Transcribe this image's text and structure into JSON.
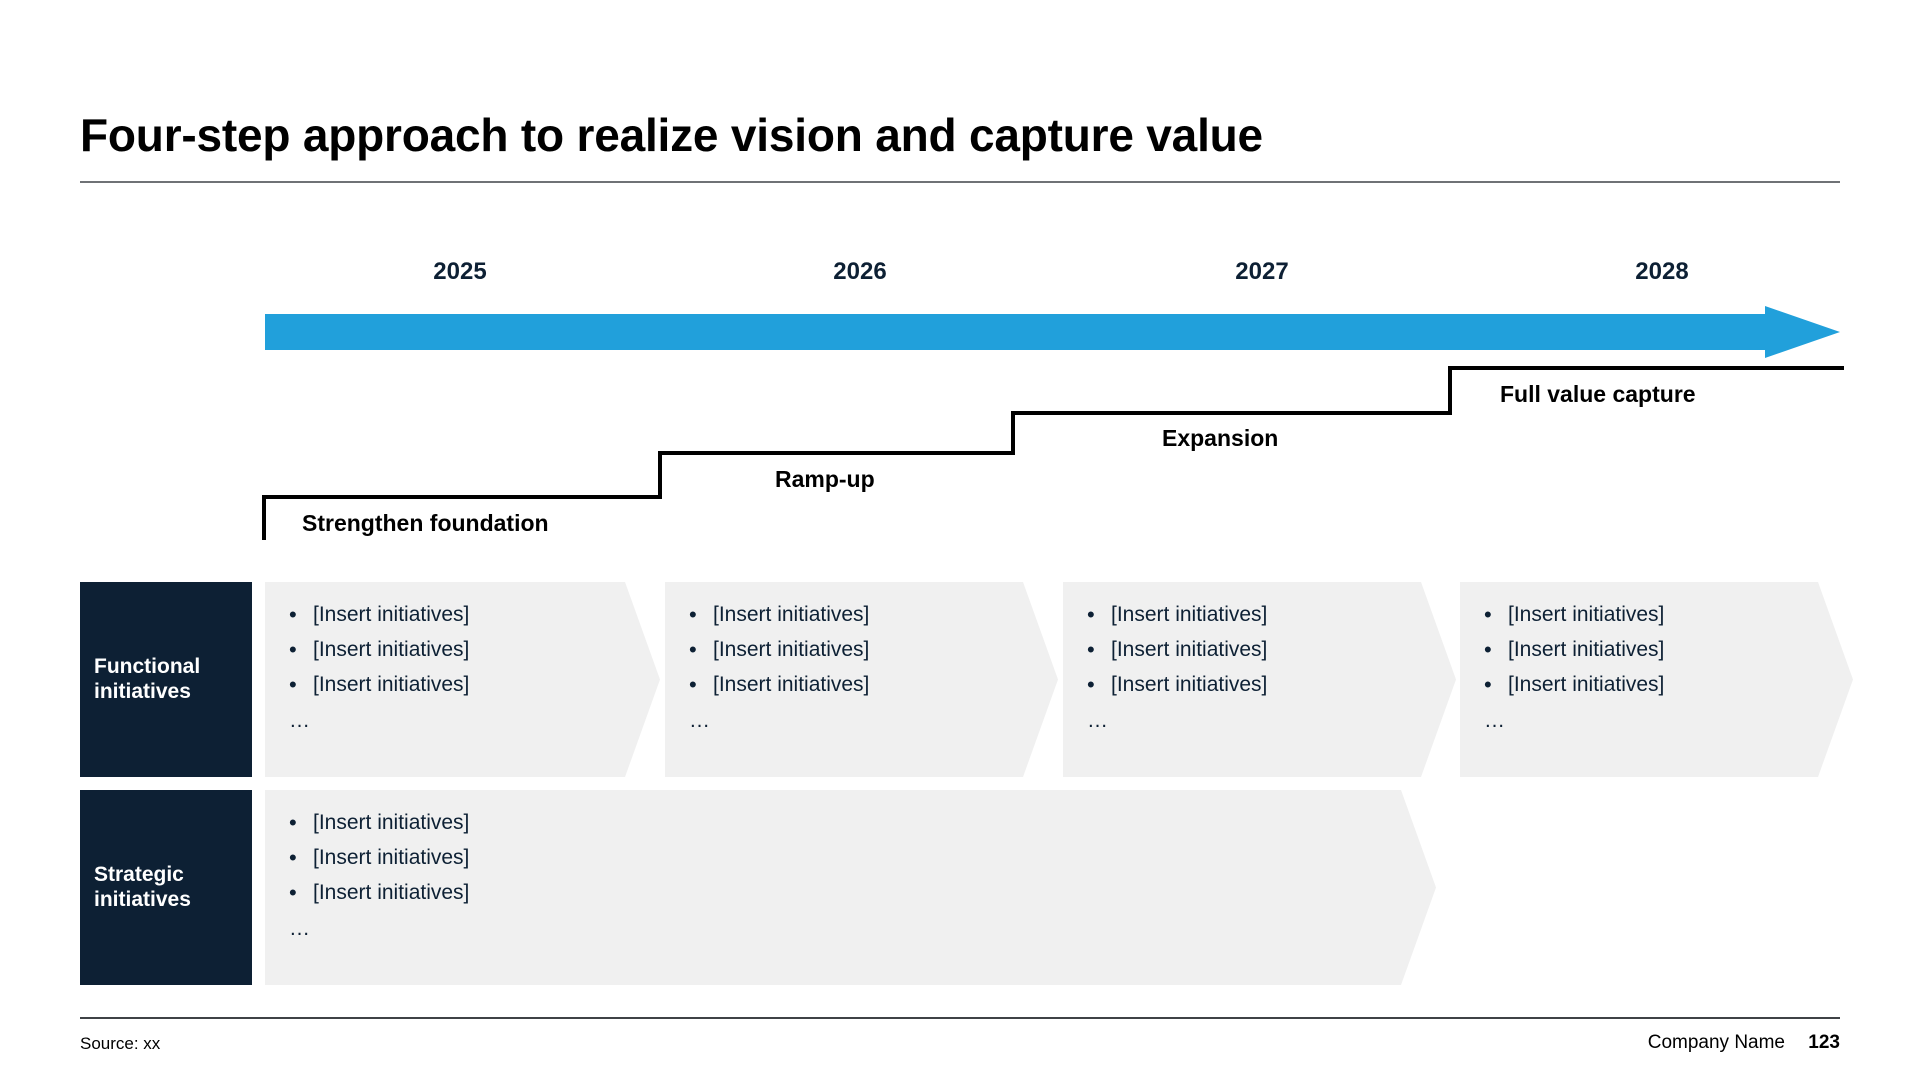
{
  "title": "Four-step approach to realize vision and capture value",
  "colors": {
    "arrow_blue": "#21a0db",
    "navy": "#0d2034",
    "chevron_gray": "#f0f0f0",
    "rule_gray": "#6f7276",
    "black": "#000000",
    "white": "#ffffff"
  },
  "timeline": {
    "years": [
      "2025",
      "2026",
      "2027",
      "2028"
    ],
    "arrow_direction": "right",
    "phases": [
      {
        "label": "Strengthen foundation",
        "step": 1
      },
      {
        "label": "Ramp-up",
        "step": 2
      },
      {
        "label": "Expansion",
        "step": 3
      },
      {
        "label": "Full value capture",
        "step": 4
      }
    ]
  },
  "rows": [
    {
      "label_line1": "Functional",
      "label_line2": "initiatives",
      "cells": [
        {
          "bullets": [
            "[Insert initiatives]",
            "[Insert initiatives]",
            "[Insert initiatives]"
          ],
          "ellipsis": "…"
        },
        {
          "bullets": [
            "[Insert initiatives]",
            "[Insert initiatives]",
            "[Insert initiatives]"
          ],
          "ellipsis": "…"
        },
        {
          "bullets": [
            "[Insert initiatives]",
            "[Insert initiatives]",
            "[Insert initiatives]"
          ],
          "ellipsis": "…"
        },
        {
          "bullets": [
            "[Insert initiatives]",
            "[Insert initiatives]",
            "[Insert initiatives]"
          ],
          "ellipsis": "…"
        }
      ]
    },
    {
      "label_line1": "Strategic",
      "label_line2": "initiatives",
      "cells": [
        {
          "bullets": [
            "[Insert initiatives]",
            "[Insert initiatives]",
            "[Insert initiatives]"
          ],
          "ellipsis": "…"
        }
      ]
    }
  ],
  "bullet_glyph": "•",
  "footer": {
    "source": "Source: xx",
    "company": "Company Name",
    "page": "123"
  }
}
